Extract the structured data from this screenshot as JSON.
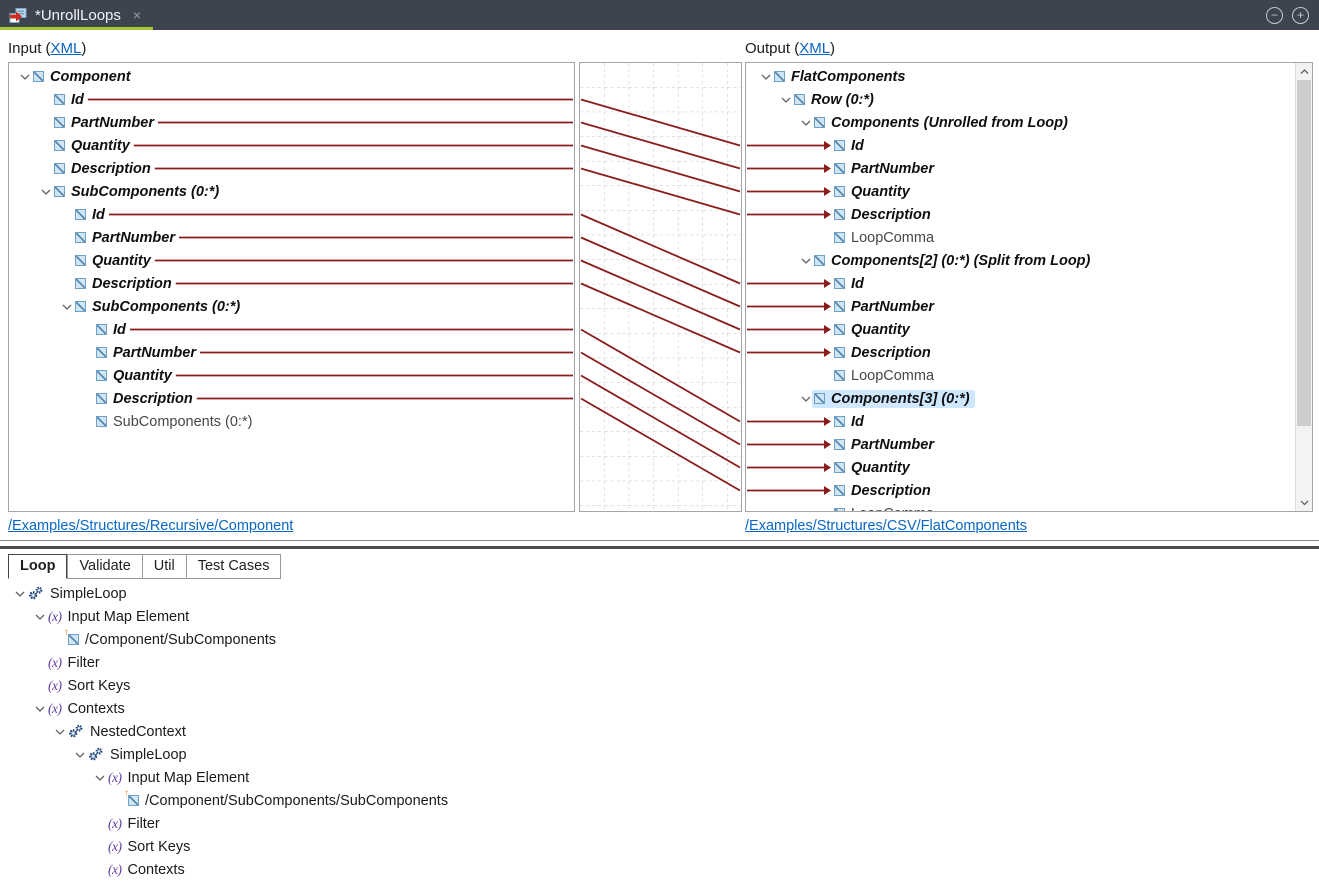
{
  "titlebar": {
    "tab_title": "*UnrollLoops",
    "close_glyph": "×",
    "zoom_out_glyph": "−",
    "zoom_in_glyph": "+"
  },
  "panes": {
    "input_header": {
      "prefix": "Input (",
      "link_label": "XML",
      "suffix": ")"
    },
    "output_header": {
      "prefix": "Output (",
      "link_label": "XML",
      "suffix": ")"
    },
    "input_path_link": "/Examples/Structures/Recursive/Component",
    "output_path_link": "/Examples/Structures/CSV/FlatComponents"
  },
  "input_tree": {
    "items": [
      {
        "label": "Component",
        "level": 0,
        "bold": true,
        "expander": true,
        "icon": "element-icon"
      },
      {
        "label": "Id",
        "level": 1,
        "bold": true,
        "expander": false,
        "icon": "element-icon"
      },
      {
        "label": "PartNumber",
        "level": 1,
        "bold": true,
        "expander": false,
        "icon": "element-icon"
      },
      {
        "label": "Quantity",
        "level": 1,
        "bold": true,
        "expander": false,
        "icon": "element-icon"
      },
      {
        "label": "Description",
        "level": 1,
        "bold": true,
        "expander": false,
        "icon": "element-icon"
      },
      {
        "label": "SubComponents (0:*)",
        "level": 1,
        "bold": true,
        "expander": true,
        "icon": "element-icon"
      },
      {
        "label": "Id",
        "level": 2,
        "bold": true,
        "expander": false,
        "icon": "element-icon"
      },
      {
        "label": "PartNumber",
        "level": 2,
        "bold": true,
        "expander": false,
        "icon": "element-icon"
      },
      {
        "label": "Quantity",
        "level": 2,
        "bold": true,
        "expander": false,
        "icon": "element-icon"
      },
      {
        "label": "Description",
        "level": 2,
        "bold": true,
        "expander": false,
        "icon": "element-icon"
      },
      {
        "label": "SubComponents (0:*)",
        "level": 2,
        "bold": true,
        "expander": true,
        "icon": "element-icon"
      },
      {
        "label": "Id",
        "level": 3,
        "bold": true,
        "expander": false,
        "icon": "element-icon"
      },
      {
        "label": "PartNumber",
        "level": 3,
        "bold": true,
        "expander": false,
        "icon": "element-icon"
      },
      {
        "label": "Quantity",
        "level": 3,
        "bold": true,
        "expander": false,
        "icon": "element-icon"
      },
      {
        "label": "Description",
        "level": 3,
        "bold": true,
        "expander": false,
        "icon": "element-icon"
      },
      {
        "label": "SubComponents (0:*)",
        "level": 3,
        "bold": false,
        "expander": false,
        "icon": "element-icon"
      }
    ]
  },
  "output_tree": {
    "items": [
      {
        "label": "FlatComponents",
        "level": 0,
        "bold": true,
        "expander": true,
        "icon": "element-icon"
      },
      {
        "label": "Row (0:*)",
        "level": 1,
        "bold": true,
        "expander": true,
        "icon": "element-icon"
      },
      {
        "label": "Components (Unrolled from Loop)",
        "level": 2,
        "bold": true,
        "expander": true,
        "icon": "element-icon"
      },
      {
        "label": "Id",
        "level": 3,
        "bold": true,
        "expander": false,
        "icon": "element-icon"
      },
      {
        "label": "PartNumber",
        "level": 3,
        "bold": true,
        "expander": false,
        "icon": "element-icon"
      },
      {
        "label": "Quantity",
        "level": 3,
        "bold": true,
        "expander": false,
        "icon": "element-icon"
      },
      {
        "label": "Description",
        "level": 3,
        "bold": true,
        "expander": false,
        "icon": "element-icon"
      },
      {
        "label": "LoopComma",
        "level": 3,
        "bold": false,
        "expander": false,
        "icon": "element-icon"
      },
      {
        "label": "Components[2] (0:*) (Split from Loop)",
        "level": 2,
        "bold": true,
        "expander": true,
        "icon": "element-icon"
      },
      {
        "label": "Id",
        "level": 3,
        "bold": true,
        "expander": false,
        "icon": "element-icon"
      },
      {
        "label": "PartNumber",
        "level": 3,
        "bold": true,
        "expander": false,
        "icon": "element-icon"
      },
      {
        "label": "Quantity",
        "level": 3,
        "bold": true,
        "expander": false,
        "icon": "element-icon"
      },
      {
        "label": "Description",
        "level": 3,
        "bold": true,
        "expander": false,
        "icon": "element-icon"
      },
      {
        "label": "LoopComma",
        "level": 3,
        "bold": false,
        "expander": false,
        "icon": "element-icon"
      },
      {
        "label": "Components[3] (0:*)",
        "level": 2,
        "bold": true,
        "expander": true,
        "icon": "element-icon",
        "selected": true
      },
      {
        "label": "Id",
        "level": 3,
        "bold": true,
        "expander": false,
        "icon": "element-icon"
      },
      {
        "label": "PartNumber",
        "level": 3,
        "bold": true,
        "expander": false,
        "icon": "element-icon"
      },
      {
        "label": "Quantity",
        "level": 3,
        "bold": true,
        "expander": false,
        "icon": "element-icon"
      },
      {
        "label": "Description",
        "level": 3,
        "bold": true,
        "expander": false,
        "icon": "element-icon"
      },
      {
        "label": "LoopComma",
        "level": 3,
        "bold": false,
        "expander": false,
        "icon": "element-icon"
      }
    ]
  },
  "mappings": [
    {
      "source": 1,
      "target": 3
    },
    {
      "source": 2,
      "target": 4
    },
    {
      "source": 3,
      "target": 5
    },
    {
      "source": 4,
      "target": 6
    },
    {
      "source": 6,
      "target": 9
    },
    {
      "source": 7,
      "target": 10
    },
    {
      "source": 8,
      "target": 11
    },
    {
      "source": 9,
      "target": 12
    },
    {
      "source": 11,
      "target": 15
    },
    {
      "source": 12,
      "target": 16
    },
    {
      "source": 13,
      "target": 17
    },
    {
      "source": 14,
      "target": 18
    }
  ],
  "bottom_panel": {
    "tabs": [
      {
        "label": "Loop",
        "active": true
      },
      {
        "label": "Validate",
        "active": false
      },
      {
        "label": "Util",
        "active": false
      },
      {
        "label": "Test Cases",
        "active": false
      }
    ],
    "tree": {
      "items": [
        {
          "label": "SimpleLoop",
          "level": 0,
          "expander": true,
          "icon": "gears-icon"
        },
        {
          "label": "Input Map Element",
          "level": 1,
          "expander": true,
          "icon": "expression-icon"
        },
        {
          "label": "/Component/SubComponents",
          "level": 2,
          "expander": false,
          "icon": "mapped-element-icon"
        },
        {
          "label": "Filter",
          "level": 1,
          "expander": false,
          "icon": "expression-icon"
        },
        {
          "label": "Sort Keys",
          "level": 1,
          "expander": false,
          "icon": "expression-icon"
        },
        {
          "label": "Contexts",
          "level": 1,
          "expander": true,
          "icon": "expression-icon"
        },
        {
          "label": "NestedContext",
          "level": 2,
          "expander": true,
          "icon": "gears-icon"
        },
        {
          "label": "SimpleLoop",
          "level": 3,
          "expander": true,
          "icon": "gears-icon"
        },
        {
          "label": "Input Map Element",
          "level": 4,
          "expander": true,
          "icon": "expression-icon"
        },
        {
          "label": "/Component/SubComponents/SubComponents",
          "level": 5,
          "expander": false,
          "icon": "mapped-element-icon"
        },
        {
          "label": "Filter",
          "level": 4,
          "expander": false,
          "icon": "expression-icon"
        },
        {
          "label": "Sort Keys",
          "level": 4,
          "expander": false,
          "icon": "expression-icon"
        },
        {
          "label": "Contexts",
          "level": 4,
          "expander": false,
          "icon": "expression-icon"
        }
      ]
    }
  },
  "colors": {
    "titlebar": "#3d4450",
    "accent_green": "#a4c62e",
    "map_line": "#8a1c1c",
    "link": "#0a66c2",
    "selection": "#cfe8ff"
  }
}
